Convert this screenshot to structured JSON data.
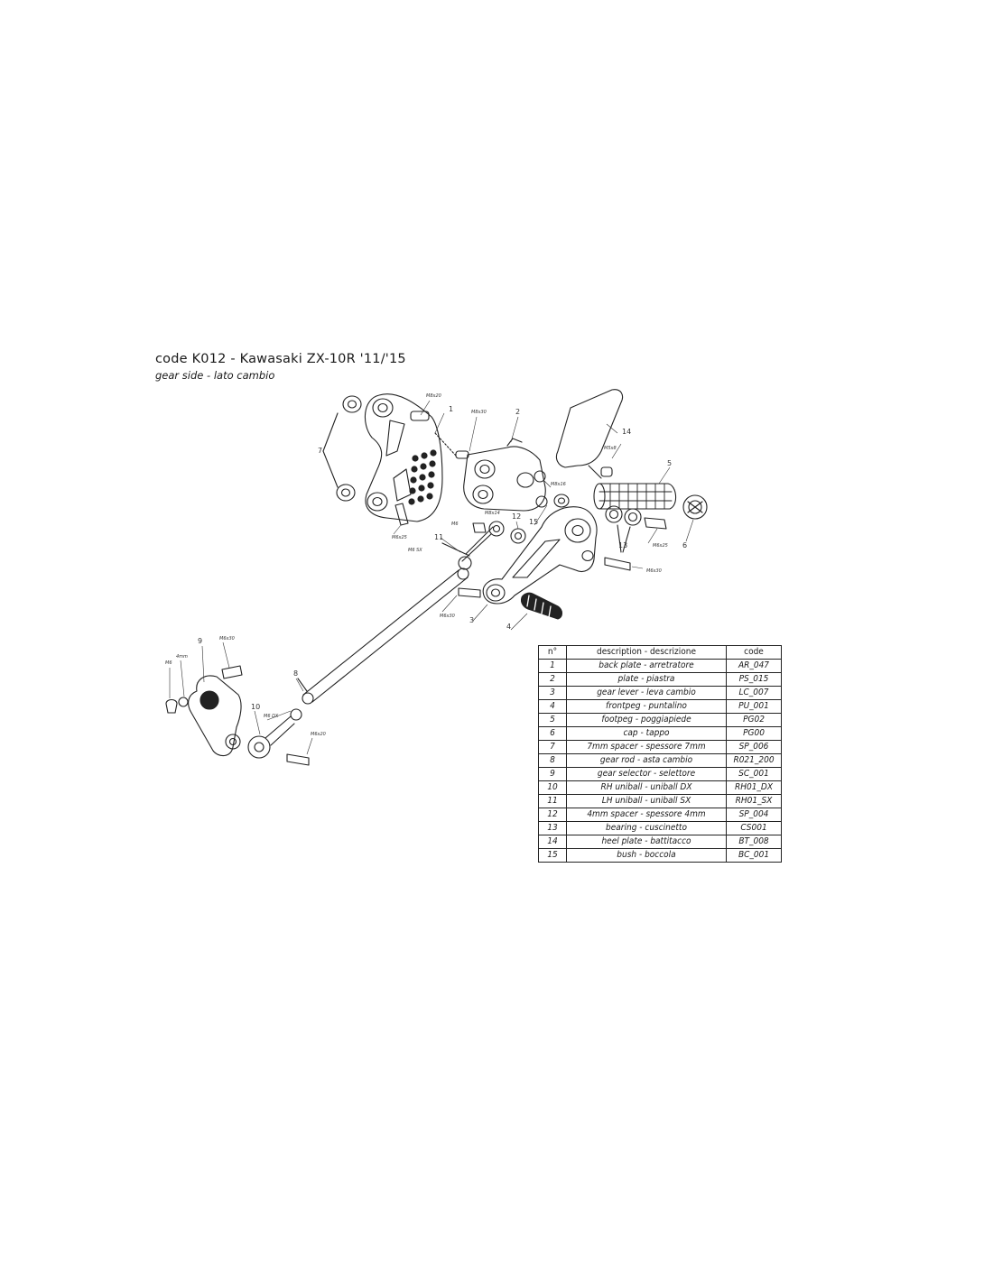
{
  "header": {
    "title": "code K012 - Kawasaki ZX-10R '11/'15",
    "subtitle": "gear side - lato cambio"
  },
  "callouts": {
    "n1": "1",
    "n2": "2",
    "n3": "3",
    "n4": "4",
    "n5": "5",
    "n6": "6",
    "n7": "7",
    "n8": "8",
    "n9": "9",
    "n10": "10",
    "n11": "11",
    "n12": "12",
    "n13": "13",
    "n14": "14",
    "n15": "15"
  },
  "fasteners": {
    "f1": "M8x20",
    "f2": "M8x30",
    "f3": "M5x8",
    "f4": "M8x16",
    "f5": "M8x14",
    "f6": "M6x25",
    "f7": "M6",
    "f8": "M6 SX",
    "f9": "M6x25",
    "f10": "M6x30",
    "f11": "M6x30",
    "f12": "M6x30",
    "f13": "M6",
    "f14": "4mm",
    "f15": "M6 DX",
    "f16": "M6x20"
  },
  "parts_table": {
    "headers": [
      "n°",
      "description - descrizione",
      "code"
    ],
    "rows": [
      [
        "1",
        "back plate - arretratore",
        "AR_047"
      ],
      [
        "2",
        "plate - piastra",
        "PS_015"
      ],
      [
        "3",
        "gear lever - leva cambio",
        "LC_007"
      ],
      [
        "4",
        "frontpeg - puntalino",
        "PU_001"
      ],
      [
        "5",
        "footpeg - poggiapiede",
        "PG02"
      ],
      [
        "6",
        "cap - tappo",
        "PG00"
      ],
      [
        "7",
        "7mm spacer - spessore 7mm",
        "SP_006"
      ],
      [
        "8",
        "gear rod - asta cambio",
        "R021_200"
      ],
      [
        "9",
        "gear selector - selettore",
        "SC_001"
      ],
      [
        "10",
        "RH uniball - uniball DX",
        "RH01_DX"
      ],
      [
        "11",
        "LH uniball - uniball SX",
        "RH01_SX"
      ],
      [
        "12",
        "4mm spacer - spessore 4mm",
        "SP_004"
      ],
      [
        "13",
        "bearing - cuscinetto",
        "CS001"
      ],
      [
        "14",
        "heel plate - battitacco",
        "BT_008"
      ],
      [
        "15",
        "bush - boccola",
        "BC_001"
      ]
    ]
  }
}
